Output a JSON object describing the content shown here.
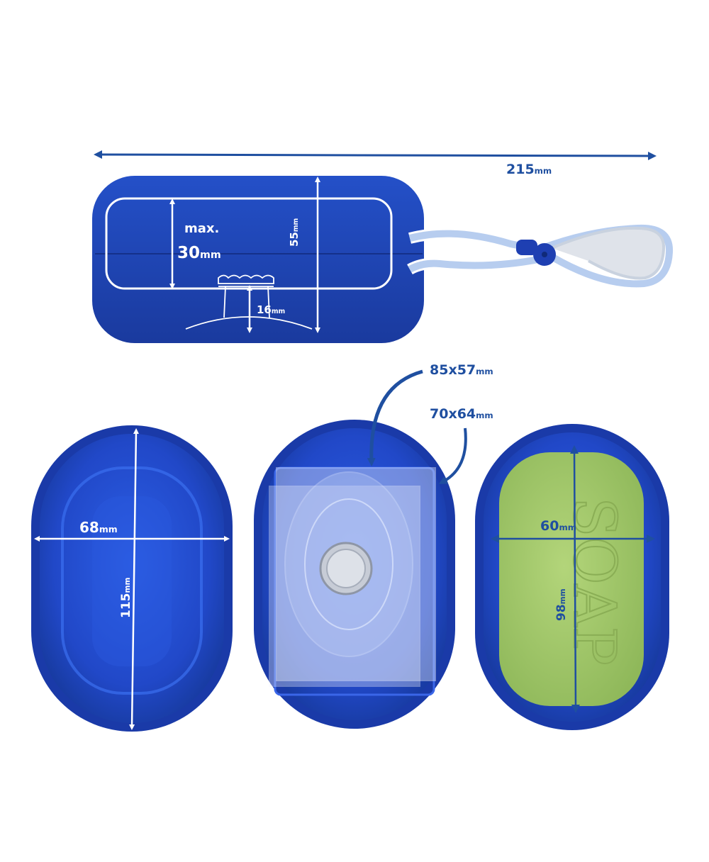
{
  "colors": {
    "case_blue": "#1e3fb2",
    "case_dark": "#142c86",
    "inner_blue": "#2550d6",
    "strap": "#dbe4f0",
    "soap_green": "#a3c86b",
    "label_blue": "#1f4fa0",
    "white": "#ffffff"
  },
  "dimensions": {
    "total_length": {
      "value": "215",
      "unit": "mm"
    },
    "height": {
      "value": "55",
      "unit": "mm"
    },
    "max_soap_thickness": {
      "prefix": "max.",
      "value": "30",
      "unit": "mm"
    },
    "suction_depth": {
      "value": "16",
      "unit": "mm"
    },
    "lid_width": {
      "value": "68",
      "unit": "mm"
    },
    "lid_length": {
      "value": "115",
      "unit": "mm"
    },
    "grid_size_1": {
      "value": "85x57",
      "unit": "mm"
    },
    "grid_size_2": {
      "value": "70x64",
      "unit": "mm"
    },
    "soap_width": {
      "value": "60",
      "unit": "mm"
    },
    "soap_length": {
      "value": "98",
      "unit": "mm"
    }
  },
  "soap_emboss": "SOAP",
  "icons": [
    "arrow-icon",
    "suction-cup-icon",
    "strap-toggle-icon"
  ]
}
